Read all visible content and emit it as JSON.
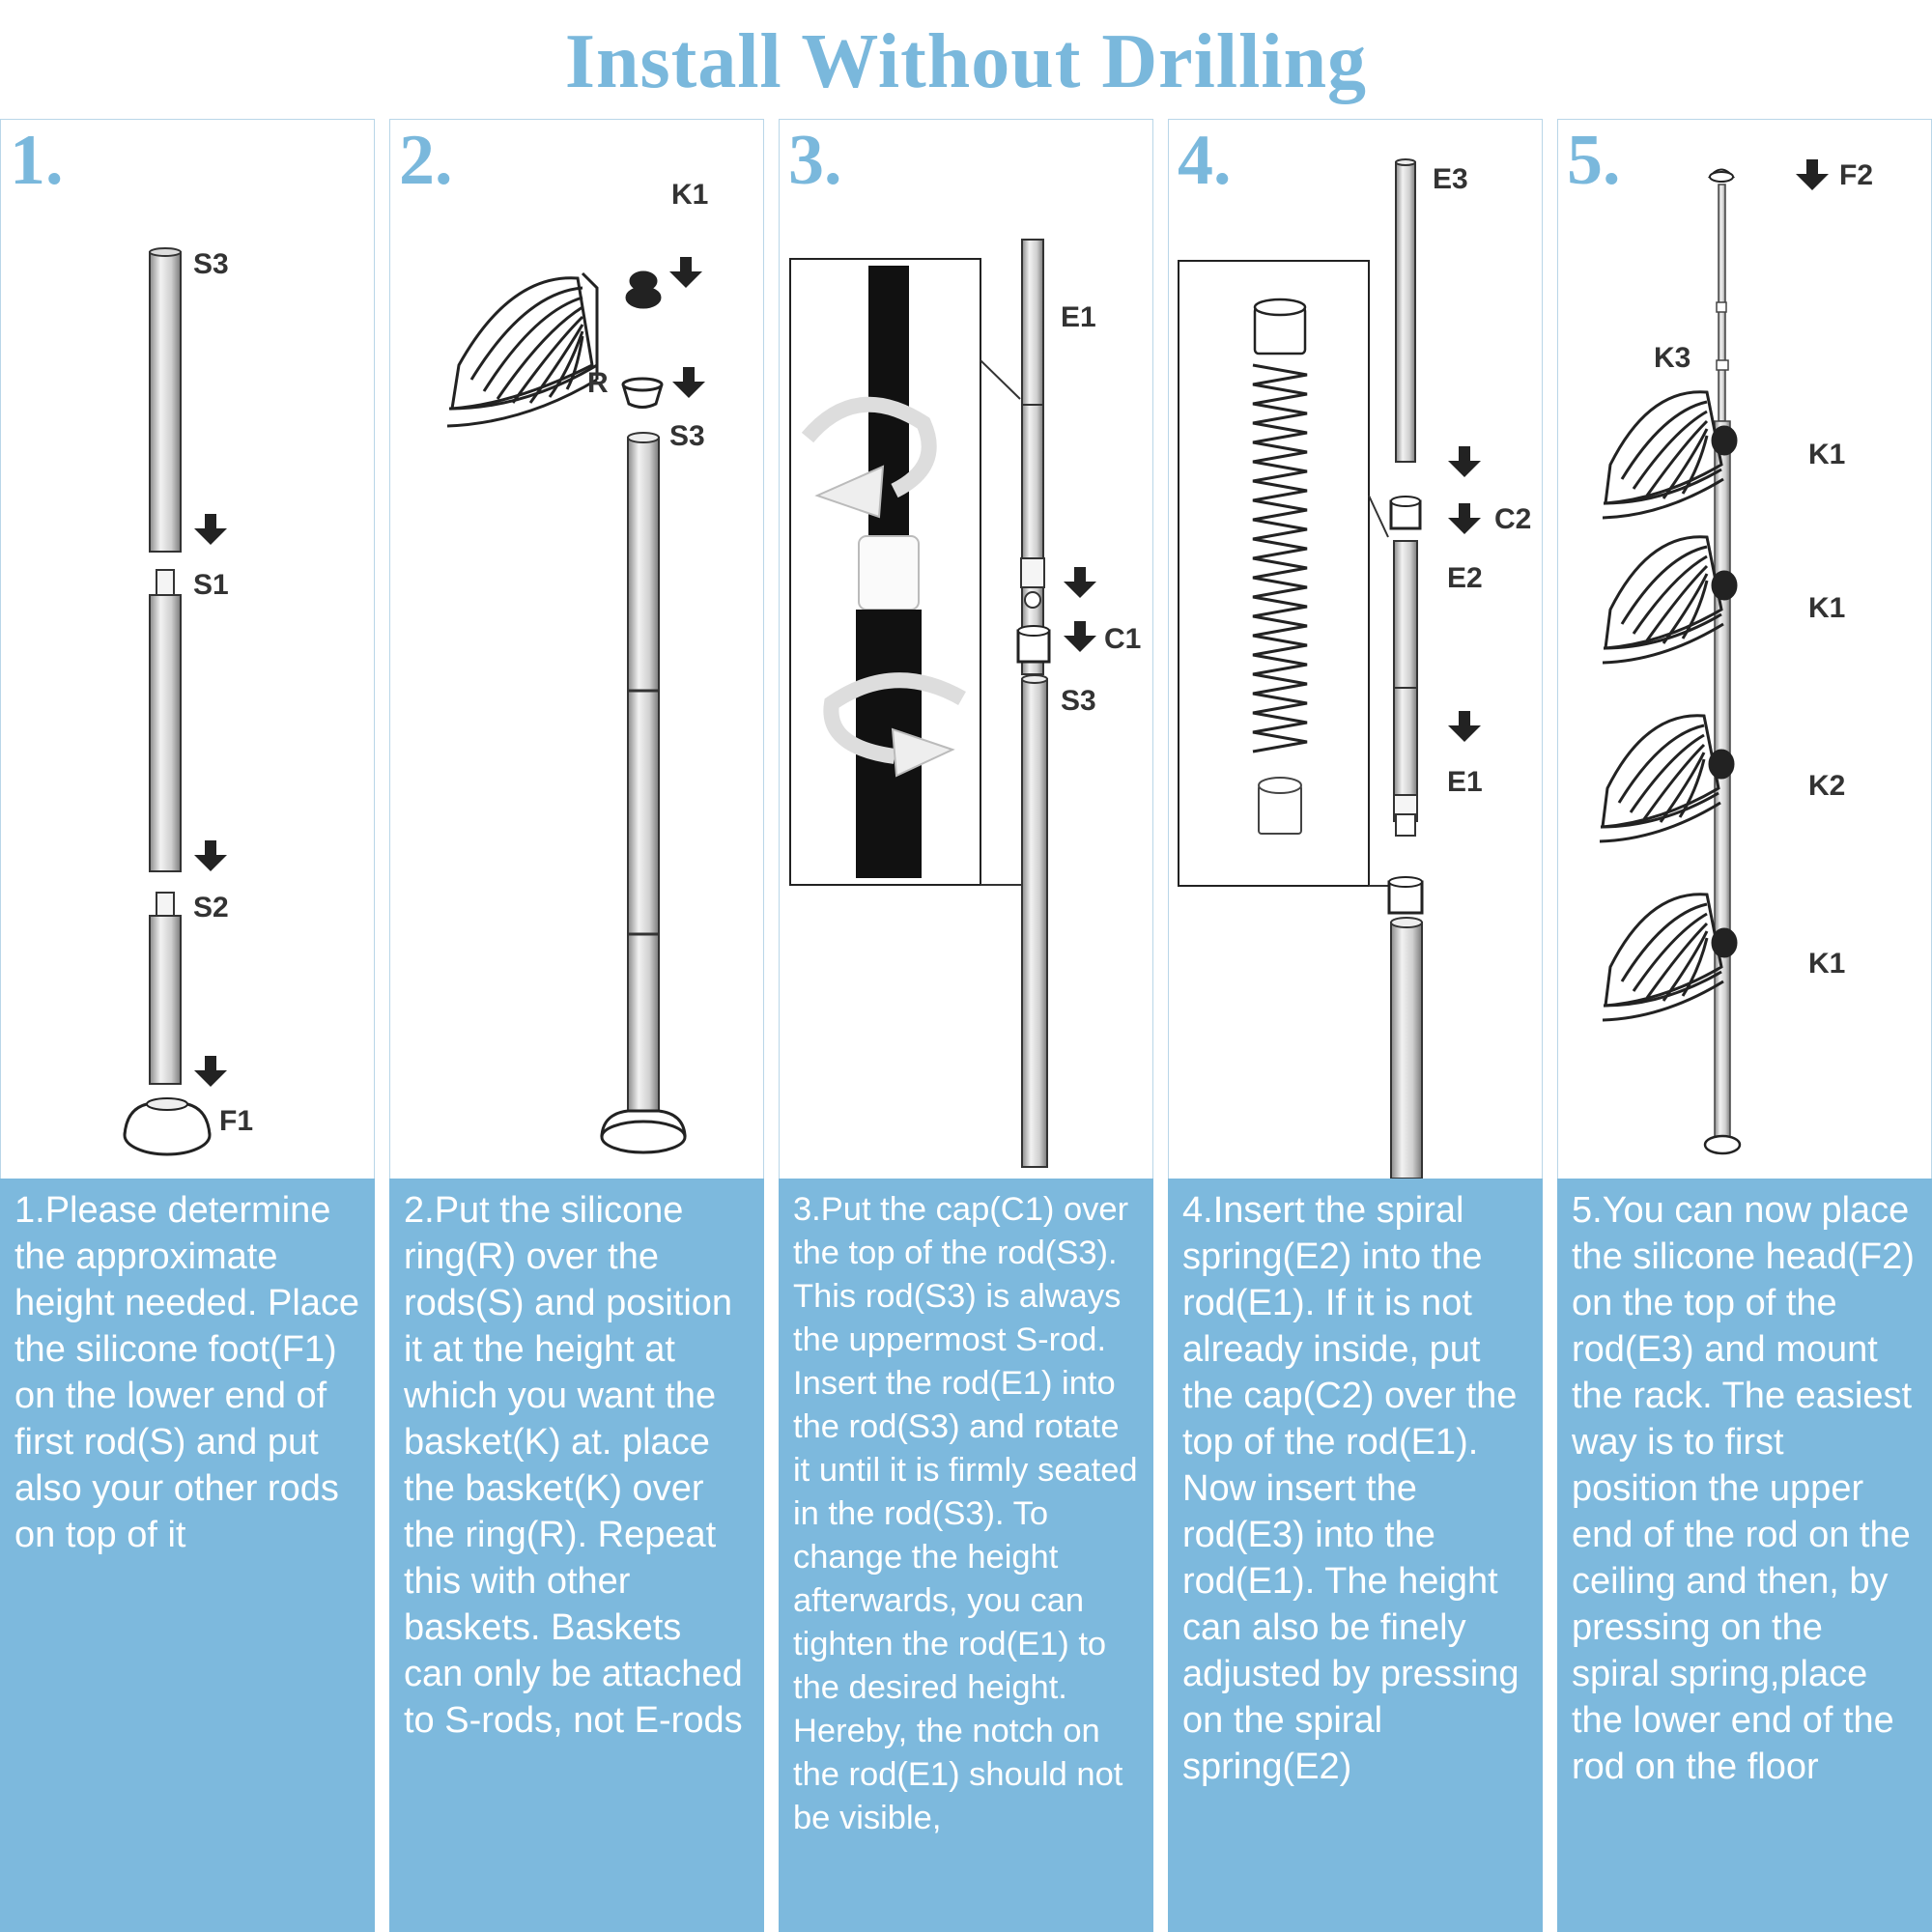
{
  "title": "Install Without Drilling",
  "steps": [
    {
      "number": "1.",
      "labels": {
        "s3": "S3",
        "s1": "S1",
        "s2": "S2",
        "f1": "F1"
      },
      "text": "1.Please determine the approximate height needed. Place the silicone foot(F1) on the lower end of first rod(S) and put also your other rods on top of it"
    },
    {
      "number": "2.",
      "labels": {
        "k1": "K1",
        "r": "R",
        "s3": "S3"
      },
      "text": "2.Put the silicone ring(R) over the rods(S) and position it at the height at which you want the basket(K) at. place the basket(K) over the ring(R). Repeat this with other baskets. Baskets can only be attached to S-rods, not E-rods"
    },
    {
      "number": "3.",
      "labels": {
        "e1": "E1",
        "c1": "C1",
        "s3": "S3"
      },
      "text": "3.Put the cap(C1) over the top of the rod(S3). This rod(S3) is always the uppermost S-rod. Insert the rod(E1) into the rod(S3) and rotate it until it is firmly seated in the rod(S3). To change the height afterwards, you can tighten the rod(E1) to the desired height. Hereby, the notch on the rod(E1) should not be visible,"
    },
    {
      "number": "4.",
      "labels": {
        "e3": "E3",
        "c2": "C2",
        "e2": "E2",
        "e1": "E1"
      },
      "text": "4.Insert the spiral spring(E2) into the rod(E1). If it is not already inside, put the cap(C2) over the top of the rod(E1). Now insert the rod(E3) into the rod(E1). The height can also be finely adjusted by pressing on the spiral spring(E2)"
    },
    {
      "number": "5.",
      "labels": {
        "f2": "F2",
        "k3": "K3",
        "k1a": "K1",
        "k1b": "K1",
        "k2": "K2",
        "k1c": "K1"
      },
      "text": "5.You can now place the silicone head(F2) on the top of the rod(E3) and mount the rack. The easiest way is to first position the upper end of the rod on the ceiling and then, by pressing on the spiral spring,place the lower end of the rod on the floor"
    }
  ],
  "colors": {
    "accent": "#7ab8dc",
    "panel_text_bg": "#7db9dd",
    "line": "#2a2a2a"
  }
}
